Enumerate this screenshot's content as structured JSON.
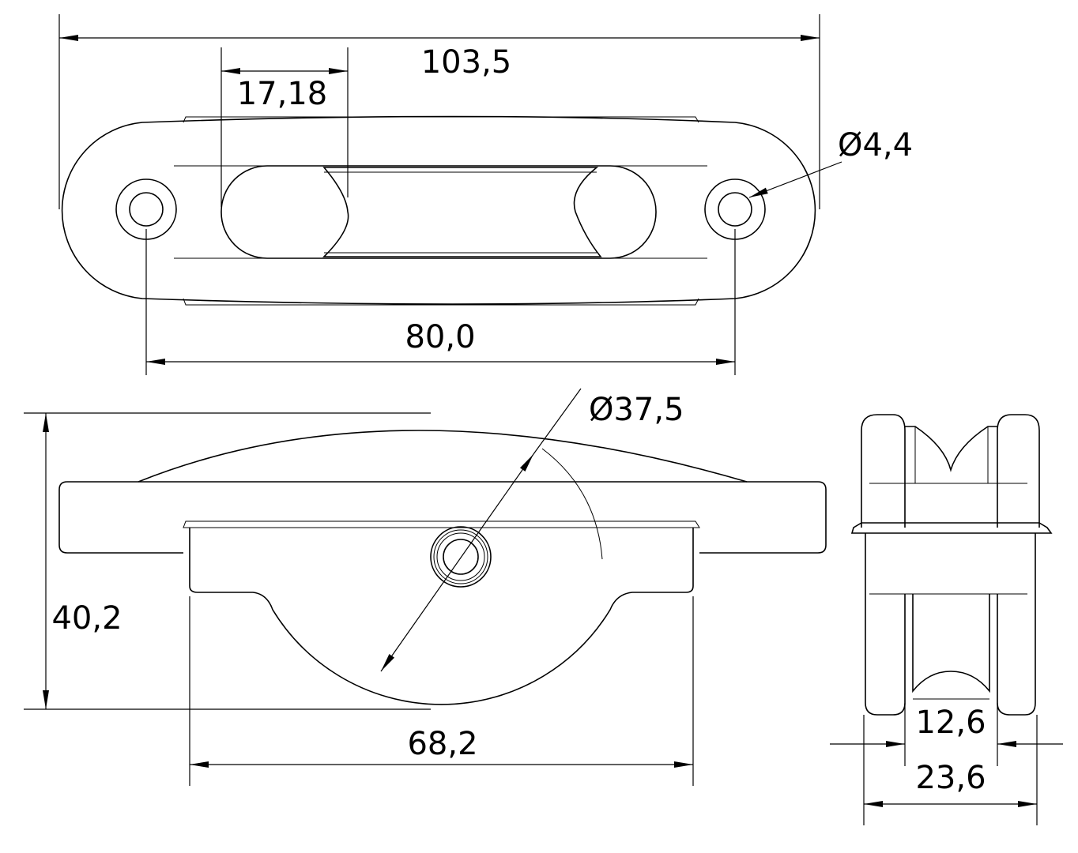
{
  "dimensions": {
    "overall_length": "103,5",
    "slot_offset": "17,18",
    "hole_spacing": "80,0",
    "hole_diameter": "Ø4,4",
    "sheave_diameter": "Ø37,5",
    "height": "40,2",
    "body_length": "68,2",
    "sheave_width": "12,6",
    "overall_width": "23,6"
  }
}
